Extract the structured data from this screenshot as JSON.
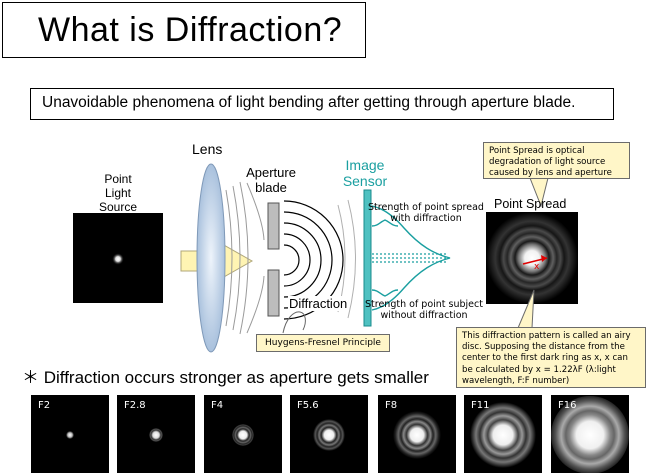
{
  "title": "What is Diffraction?",
  "subtitle": "Unavoidable phenomena of light bending after getting through aperture blade.",
  "labels": {
    "point_light_source": [
      "Point",
      "Light",
      "Source"
    ],
    "lens": "Lens",
    "aperture_blade": [
      "Aperture",
      "blade"
    ],
    "image_sensor": [
      "Image",
      "Sensor"
    ],
    "strength_with": [
      "Strength of point spread",
      "with diffraction"
    ],
    "strength_without": [
      "Strength of point subject",
      "without diffraction"
    ],
    "diffraction": "Diffraction",
    "huygens": "Huygens-Fresnel Principle",
    "point_spread": "Point Spread",
    "x_marker": "x"
  },
  "callouts": {
    "point_spread_note": "Point Spread is optical degradation of light source caused by lens and aperture",
    "airy_note": "This diffraction pattern is called an airy disc. Supposing the distance from the center to the first dark ring as x, x can be calculated by x = 1.22λF (λ:light wavelength, F:F number)"
  },
  "bottom_caption": "＊ Diffraction occurs stronger as aperture gets smaller",
  "fstops": [
    "F2",
    "F2.8",
    "F4",
    "F5.6",
    "F8",
    "F11",
    "F16"
  ],
  "colors": {
    "sensor": "#1a9fa0",
    "lens": "#c7d8ec",
    "arrow": "#fff4b3",
    "callout_bg": "#fff6c8"
  }
}
